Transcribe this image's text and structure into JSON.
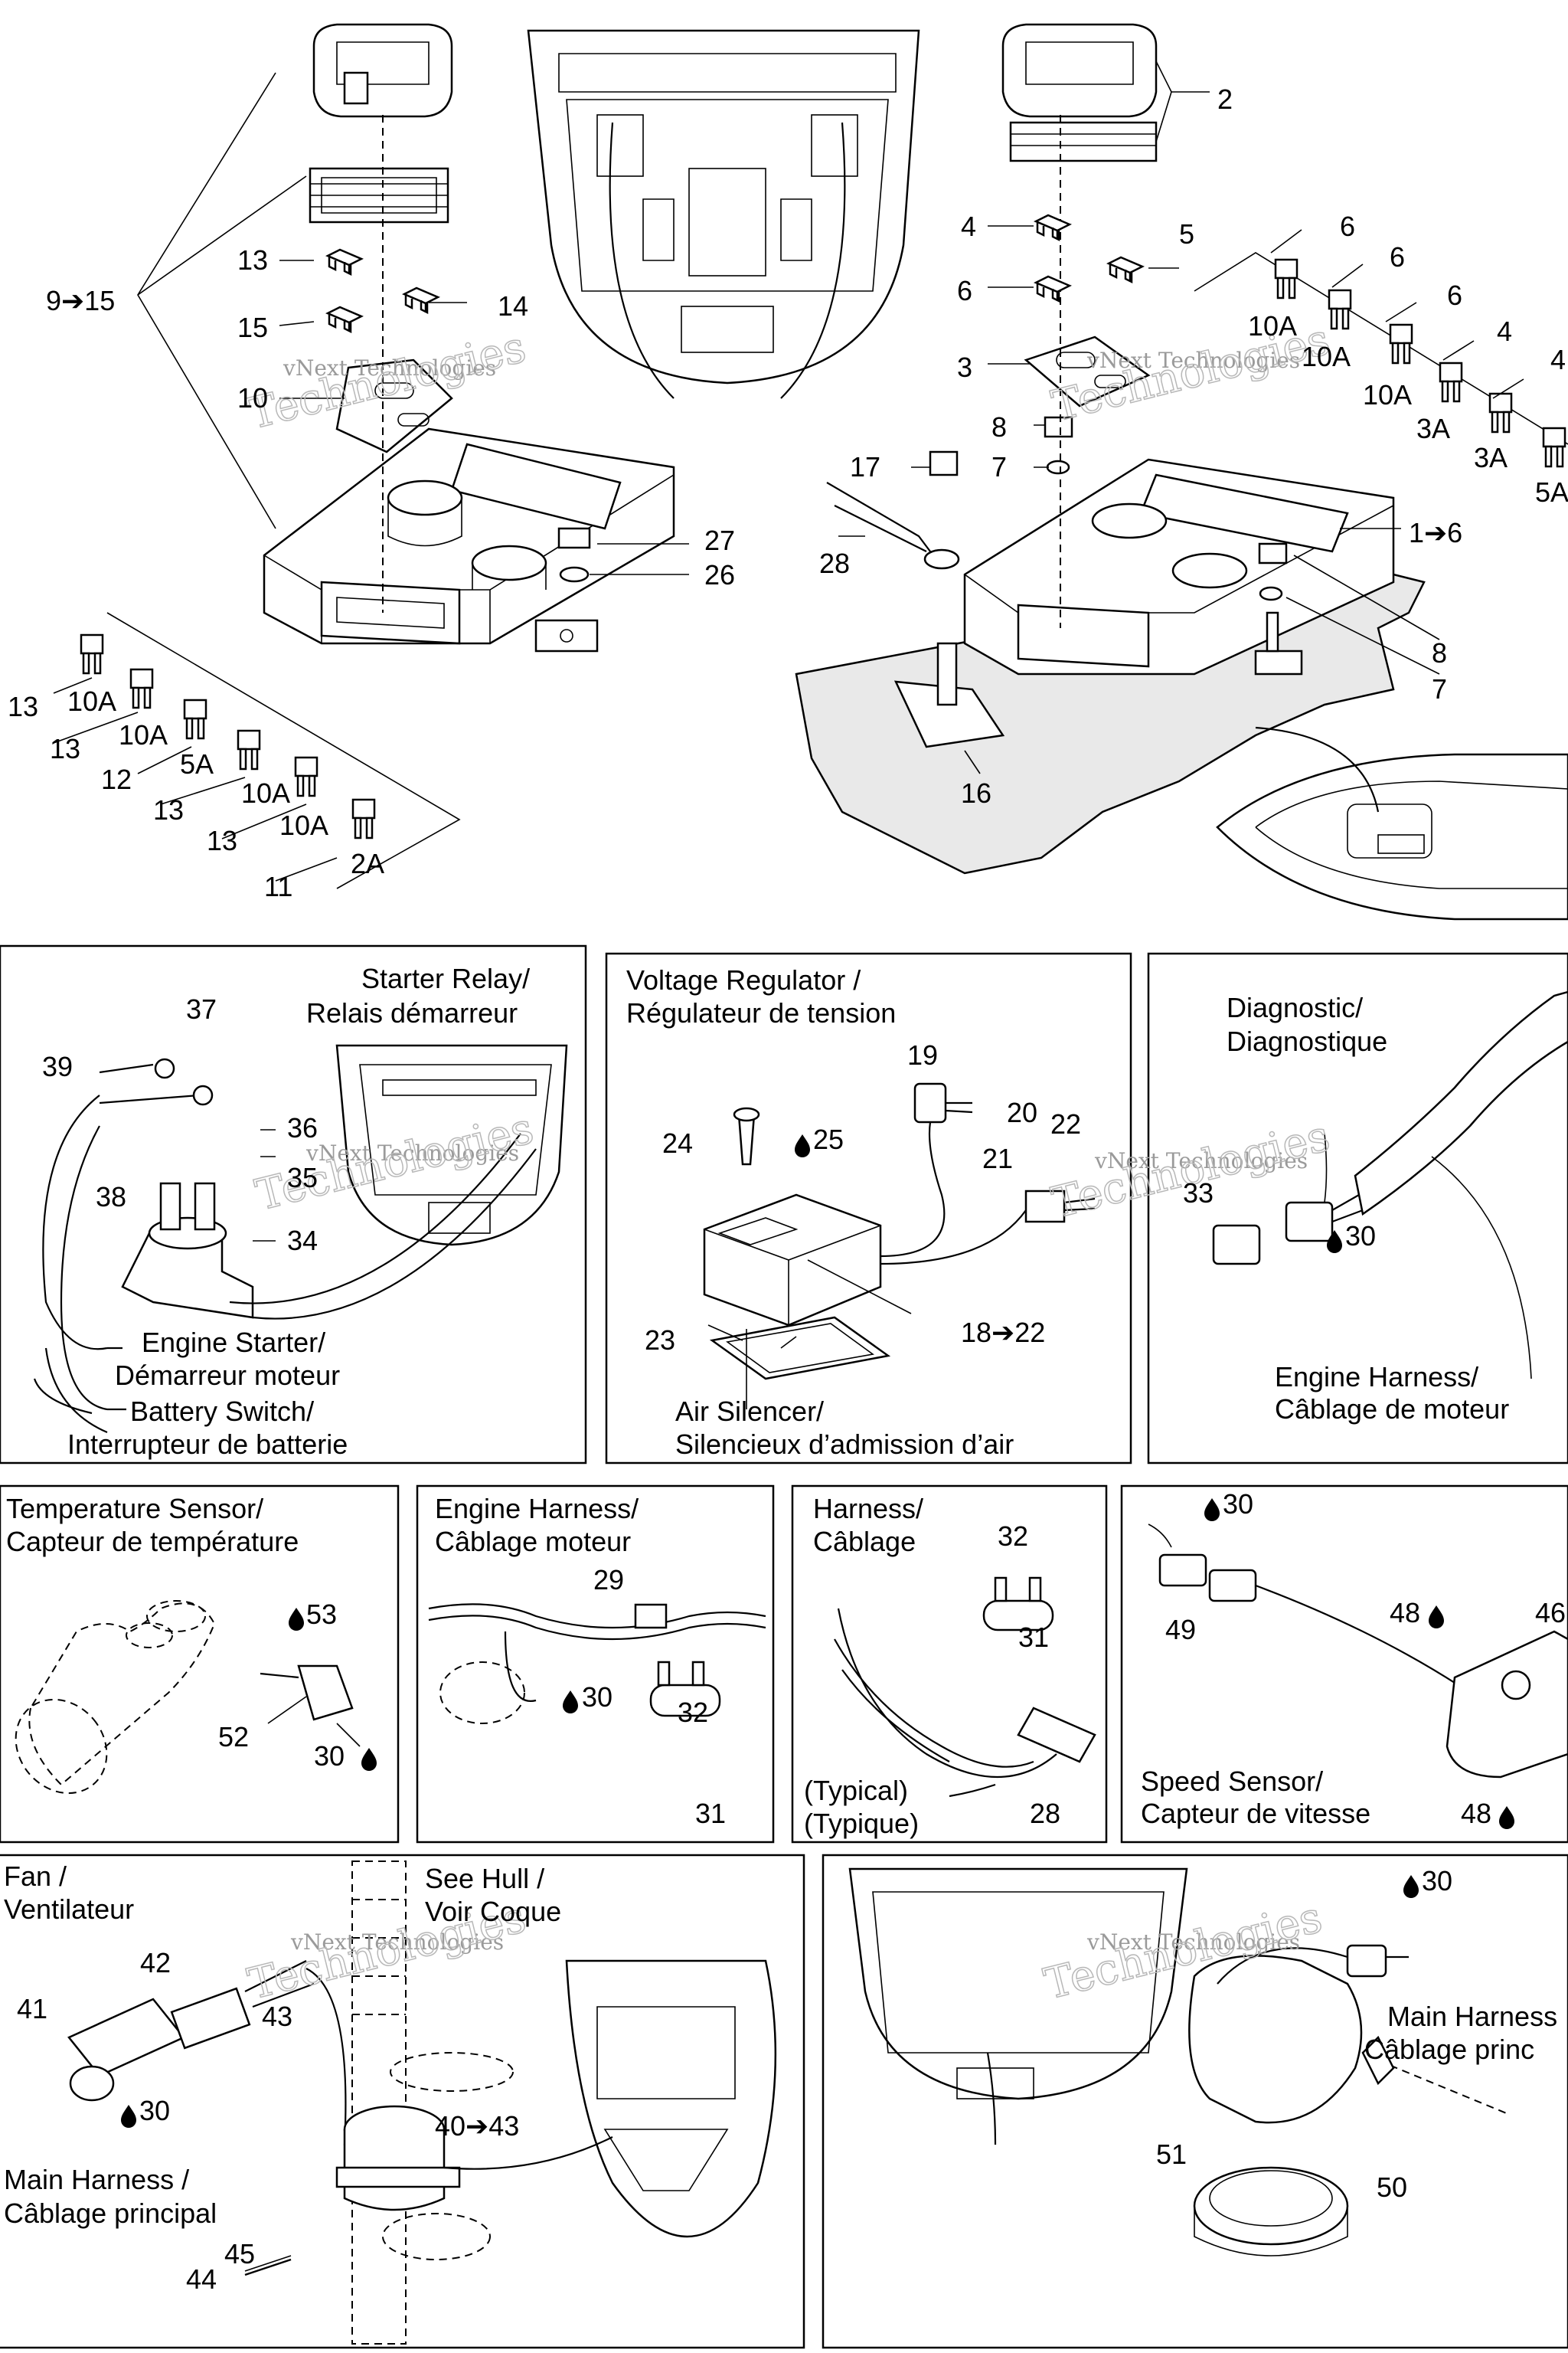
{
  "watermark": {
    "line1": "vNext Technologies",
    "line2": "Technologies",
    "line3": "vNext"
  },
  "drop_icon": "drop-icon",
  "top_left_labels": {
    "range": "9➔15",
    "l13a": "13",
    "l14": "14",
    "l15": "15",
    "l10": "10",
    "f13a": "13",
    "f10a_a": "10A",
    "f13b": "13",
    "f10a_b": "10A",
    "f12": "12",
    "f5a": "5A",
    "f13c": "13",
    "f10a_c": "10A",
    "f13d": "13",
    "f10a_d": "10A",
    "f11": "11",
    "f2a": "2A",
    "l27": "27",
    "l26": "26"
  },
  "top_right_labels": {
    "l2": "2",
    "l4": "4",
    "l5": "5",
    "l6": "6",
    "l3": "3",
    "l8a": "8",
    "l7a": "7",
    "l17": "17",
    "l28": "28",
    "l1to6": "1➔6",
    "l8b": "8",
    "l7b": "7",
    "l16": "16",
    "f6a": "6",
    "f10a1": "10A",
    "f6b": "6",
    "f10a2": "10A",
    "f6c": "6",
    "f10a3": "10A",
    "f4a": "4",
    "f3a1": "3A",
    "f4b": "4",
    "f3a2": "3A",
    "f5a": "5A"
  },
  "panels": {
    "starter": {
      "title1": "Starter Relay/",
      "title2": "Relais démarreur",
      "l37": "37",
      "l39": "39",
      "l36": "36",
      "l35": "35",
      "l38": "38",
      "l34": "34",
      "dest1a": "Engine Starter/",
      "dest1b": "Démarreur moteur",
      "dest2a": "Battery Switch/",
      "dest2b": "Interrupteur de batterie"
    },
    "regulator": {
      "title1": "Voltage Regulator /",
      "title2": "Régulateur de tension",
      "l19": "19",
      "l20": "20",
      "l22": "22",
      "l24": "24",
      "l25": "25",
      "l21": "21",
      "l23": "23",
      "l18to22": "18➔22",
      "dest1": "Air Silencer/",
      "dest2": "Silencieux d’admission d’air"
    },
    "diagnostic": {
      "title1": "Diagnostic/",
      "title2": "Diagnostique",
      "l33": "33",
      "l30": "30",
      "dest1": "Engine Harness/",
      "dest2": "Câblage de moteur"
    },
    "temperature": {
      "title1": "Temperature Sensor/",
      "title2": "Capteur de température",
      "l53": "53",
      "l52": "52",
      "l30": "30"
    },
    "engine_harness": {
      "title1": "Engine Harness/",
      "title2": "Câblage moteur",
      "l29": "29",
      "l30": "30",
      "l32": "32",
      "l31": "31"
    },
    "harness": {
      "title1": "Harness/",
      "title2": "Câblage",
      "l32": "32",
      "l31": "31",
      "typ1": "(Typical)",
      "typ2": "(Typique)",
      "l28": "28"
    },
    "speed": {
      "l30": "30",
      "l49": "49",
      "l48a": "48",
      "l46": "46",
      "l48b": "48",
      "title1": "Speed Sensor/",
      "title2": "Capteur de vitesse"
    },
    "fan": {
      "title1": "Fan /",
      "title2": "Ventilateur",
      "hull1": "See Hull /",
      "hull2": "Voir Coque",
      "l42": "42",
      "l41": "41",
      "l43": "43",
      "l30": "30",
      "l40to43": "40➔43",
      "l45": "45",
      "l44": "44",
      "dest1": "Main Harness /",
      "dest2": "Câblage principal"
    },
    "pump": {
      "l30": "30",
      "dest1": "Main Harness",
      "dest2": "Câblage princ",
      "l51": "51",
      "l50": "50"
    }
  }
}
